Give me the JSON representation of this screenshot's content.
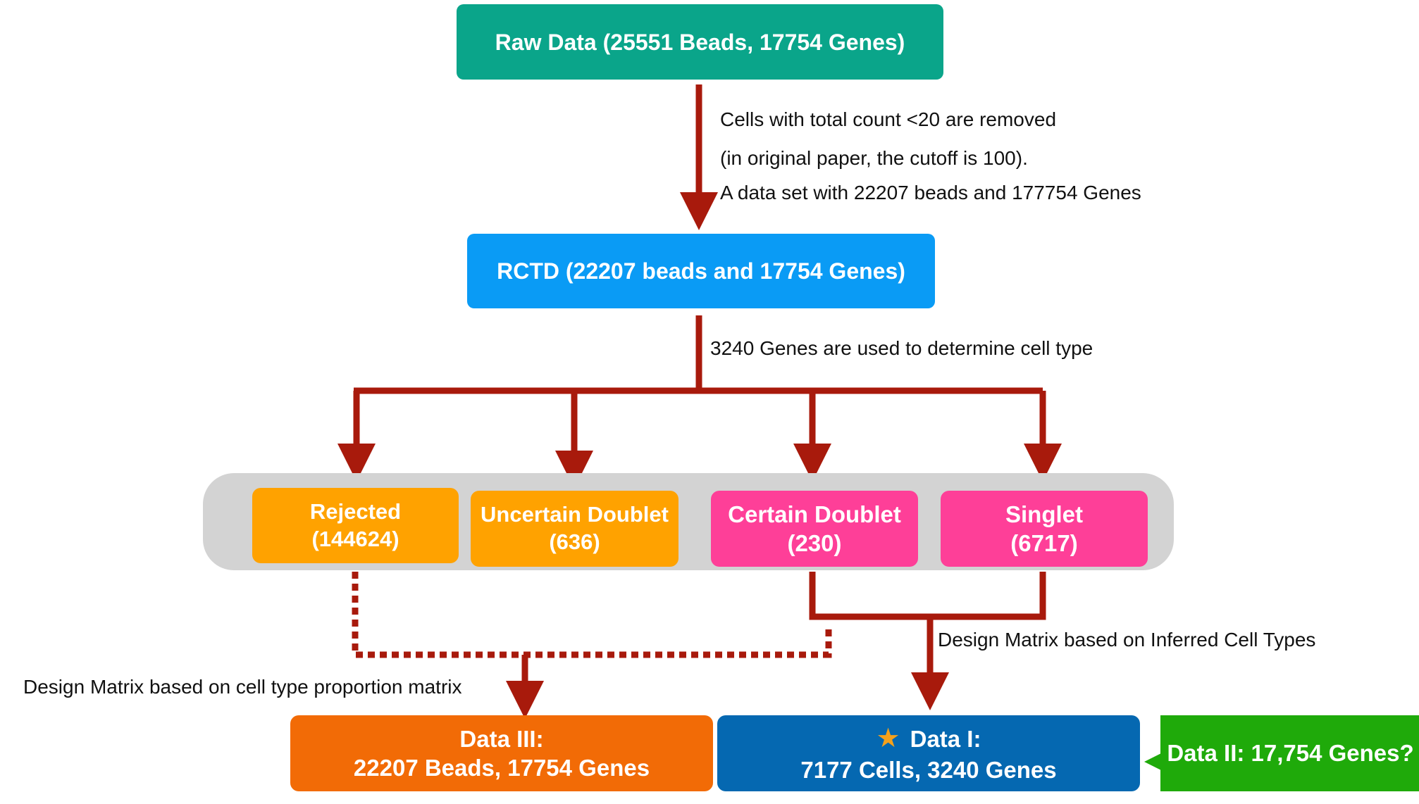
{
  "colors": {
    "arrow": "#a81a0c",
    "raw": "#0aa58a",
    "rctd": "#0a9bf5",
    "rejected": "#ffa200",
    "uncertain": "#ffa200",
    "certain": "#fe3f98",
    "singlet": "#fe3f98",
    "data3": "#f26b06",
    "data1": "#0568b1",
    "data2": "#1faa0a",
    "group_bg": "#d3d3d3",
    "star": "#f5a11b"
  },
  "nodes": {
    "raw_data": "Raw Data (25551 Beads, 17754 Genes)",
    "rctd": "RCTD (22207 beads and 17754 Genes)",
    "rejected": {
      "line1": "Rejected",
      "line2": "(144624)"
    },
    "uncertain_doublet": {
      "line1": "Uncertain Doublet",
      "line2": "(636)"
    },
    "certain_doublet": {
      "line1": "Certain Doublet",
      "line2": "(230)"
    },
    "singlet": {
      "line1": "Singlet",
      "line2": "(6717)"
    },
    "data3": {
      "line1": "Data III:",
      "line2": "22207 Beads, 17754 Genes"
    },
    "data1": {
      "icon": "star-icon",
      "star": "★",
      "line1": "Data I:",
      "line2": "7177 Cells, 3240 Genes"
    },
    "data2": "Data II: 17,754 Genes?"
  },
  "annotations": {
    "filter_line1": "Cells with total count <20 are removed",
    "filter_line2": "(in original paper, the cutoff is 100).",
    "filter_line3": "A data set with 22207 beads and 177754 Genes",
    "genes_used": "3240 Genes are used to determine cell type",
    "design_inferred": "Design Matrix based on Inferred Cell Types",
    "design_proportion": "Design Matrix based on cell type proportion matrix"
  }
}
